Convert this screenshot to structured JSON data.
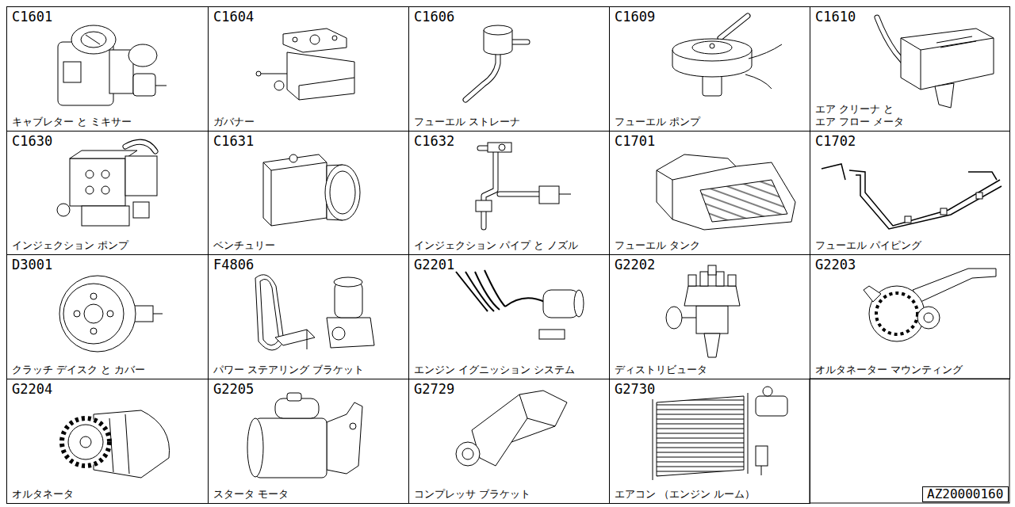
{
  "diagram": {
    "nodes": [
      {
        "text": [
          "C1601",
          "キャブレター と ミキサー"
        ]
      },
      {
        "text": [
          "C1604",
          "ガバナー"
        ]
      },
      {
        "text": [
          "C1606",
          "フューエル ストレーナ"
        ]
      },
      {
        "text": [
          "C1609",
          "フューエル ポンプ"
        ]
      },
      {
        "text": [
          "C1610",
          "エア クリーナ と エア フロー メータ"
        ]
      },
      {
        "text": [
          "C1630",
          "インジェクション ポンプ"
        ]
      },
      {
        "text": [
          "C1631",
          "ベンチュリー"
        ]
      },
      {
        "text": [
          "C1632",
          "インジェクション パイプ と ノズル"
        ]
      },
      {
        "text": [
          "C1701",
          "フューエル タンク"
        ]
      },
      {
        "text": [
          "C1702",
          "フューエル パイピング"
        ]
      },
      {
        "text": [
          "D3001",
          "クラッチ デイスク と カバー"
        ]
      },
      {
        "text": [
          "F4806",
          "パワー ステアリング ブラケット"
        ]
      },
      {
        "text": [
          "G2201",
          "エンジン イグニッション システム"
        ]
      },
      {
        "text": [
          "G2202",
          "ディストリビュータ"
        ]
      },
      {
        "text": [
          "G2203",
          "オルタネーター マウンティング"
        ]
      },
      {
        "text": [
          "G2204",
          "オルタネータ"
        ]
      },
      {
        "text": [
          "G2205",
          "スタータ モータ"
        ]
      },
      {
        "text": [
          "G2729",
          "コンプレッサ ブラケット"
        ]
      },
      {
        "text": [
          "G2730",
          "エアコン （エンジン ルーム）"
        ]
      },
      {
        "text": [
          "AZ20000160"
        ]
      }
    ]
  }
}
